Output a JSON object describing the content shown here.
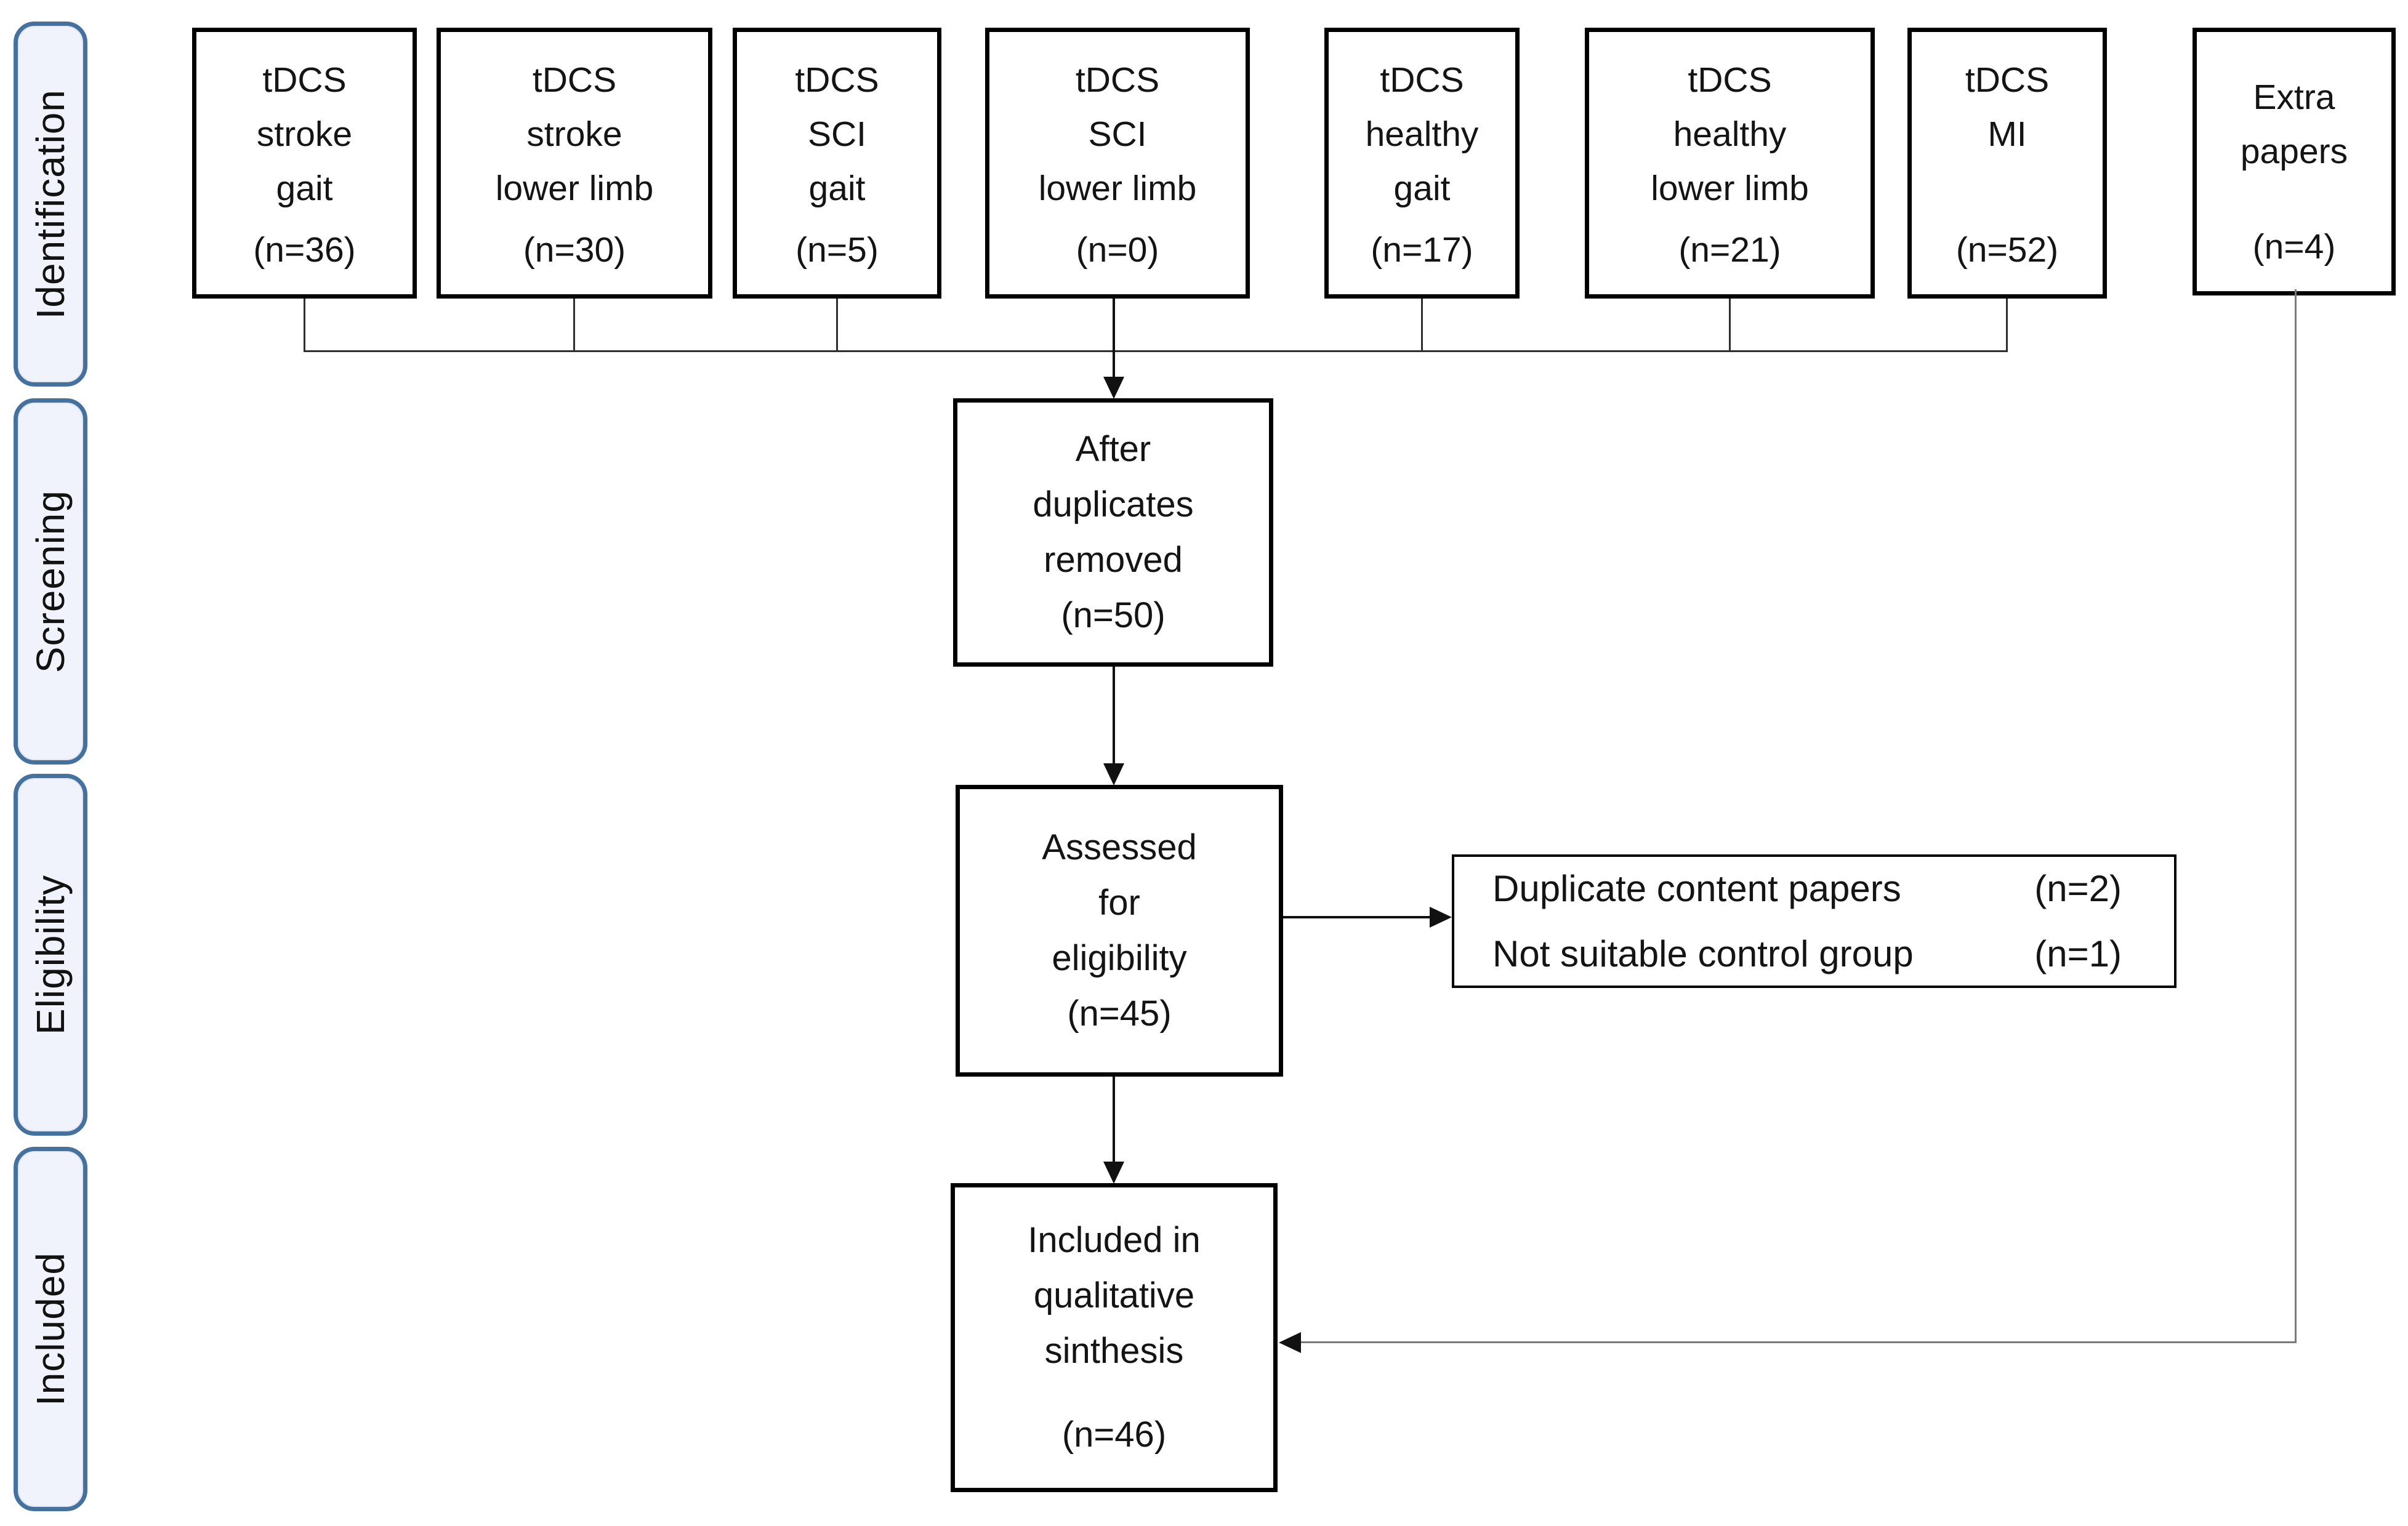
{
  "sidebar": {
    "stages": [
      {
        "label": "Identification"
      },
      {
        "label": "Screening"
      },
      {
        "label": "Eligibility"
      },
      {
        "label": "Included"
      }
    ]
  },
  "sources": [
    {
      "lines": [
        "tDCS",
        "stroke",
        "gait"
      ],
      "count": "(n=36)"
    },
    {
      "lines": [
        "tDCS",
        "stroke",
        "lower limb"
      ],
      "count": "(n=30)"
    },
    {
      "lines": [
        "tDCS",
        "SCI",
        "gait"
      ],
      "count": "(n=5)"
    },
    {
      "lines": [
        "tDCS",
        "SCI",
        "lower limb"
      ],
      "count": "(n=0)"
    },
    {
      "lines": [
        "tDCS",
        "healthy",
        "gait"
      ],
      "count": "(n=17)"
    },
    {
      "lines": [
        "tDCS",
        "healthy",
        "lower limb"
      ],
      "count": "(n=21)"
    },
    {
      "lines": [
        "tDCS",
        "MI"
      ],
      "count": "(n=52)"
    },
    {
      "lines": [
        "Extra",
        "papers"
      ],
      "count": "(n=4)"
    }
  ],
  "flow": {
    "after": {
      "lines": [
        "After",
        "duplicates",
        "removed"
      ],
      "count": "(n=50)"
    },
    "assessed": {
      "lines": [
        "Assessed",
        "for",
        "eligibility"
      ],
      "count": "(n=45)"
    },
    "included": {
      "lines": [
        "Included in",
        "qualitative",
        "sinthesis"
      ],
      "count": "(n=46)"
    }
  },
  "exclusions": {
    "rows": [
      {
        "label": "Duplicate content papers",
        "count": "(n=2)"
      },
      {
        "label": "Not suitable control group",
        "count": "(n=1)"
      }
    ]
  },
  "colors": {
    "stage_border": "#44719e",
    "stage_fill": "#f0f3fb",
    "box_border": "#000000",
    "connector": "#2f2f2f",
    "extra_paper_line": "#7a7a7a",
    "text": "#141414"
  }
}
